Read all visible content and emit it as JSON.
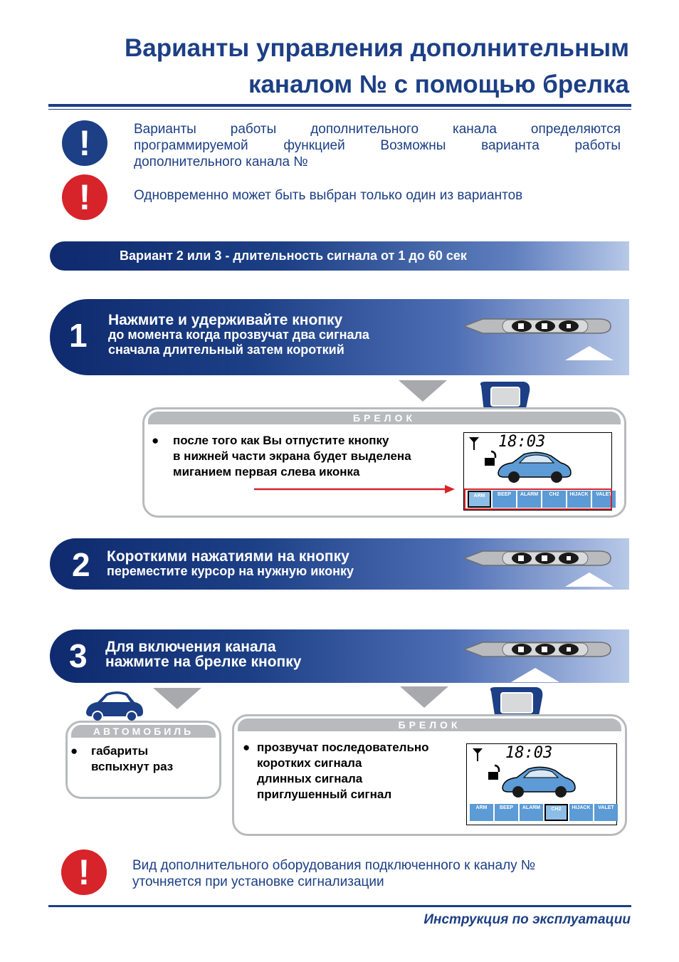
{
  "title": {
    "line1": "Варианты управления дополнительным",
    "line2": "каналом №   с помощью брелка"
  },
  "info": {
    "line1": "Варианты работы дополнительного канала определяются",
    "line2": "программируемой функцией      Возможны      варианта работы",
    "line3": "дополнительного канала №"
  },
  "warning1": "Одновременно может быть выбран только один из    вариантов",
  "variant_banner": "Вариант 2 или 3  - длительность сигнала от 1 до 60 сек",
  "steps": [
    {
      "number": "1",
      "line1": "Нажмите и удерживайте кнопку",
      "line2": "до момента  когда прозвучат два сигнала",
      "line3": " сначала длительный  затем короткий"
    },
    {
      "number": "2",
      "line1": "Короткими нажатиями на кнопку",
      "line2": "переместите курсор на нужную иконку"
    },
    {
      "number": "3",
      "line1": "Для включения канала",
      "line2": "нажмите на брелке кнопку"
    }
  ],
  "panel1": {
    "header": "БРЕЛОК",
    "bullet": "●",
    "line1": "после того  как Вы отпустите кнопку",
    "line2": "в нижней части экрана будет выделена",
    "line3": "миганием первая слева иконка",
    "time": "18:03"
  },
  "panel_car": {
    "header": "АВТОМОБИЛЬ",
    "bullet": "●",
    "line1": "габариты",
    "line2": "вспыхнут    раз"
  },
  "panel2": {
    "header": "БРЕЛОК",
    "bullet": "●",
    "line1": "прозвучат последовательно",
    "line2": "коротких сигнала",
    "line3": "длинных сигнала",
    "line4": "приглушенный сигнал",
    "time": "18:03"
  },
  "lcd_icons": [
    "ARM",
    "BEEP",
    "ALARM",
    "CH2",
    "HIJACK",
    "VALET"
  ],
  "warning2": {
    "line1": "Вид дополнительного оборудования подключенного к каналу №",
    "line2": "уточняется при установке сигнализации"
  },
  "footer": "Инструкция по эксплуатации",
  "colors": {
    "brand_blue": "#1c3f85",
    "warning_red": "#d6242a",
    "panel_grey": "#b8babd",
    "lcd_blue": "#5c9bd5"
  }
}
